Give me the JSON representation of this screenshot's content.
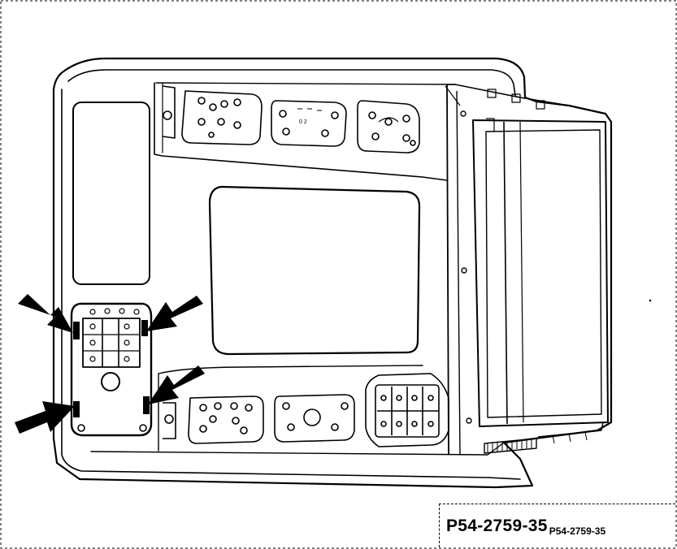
{
  "figure": {
    "reference_code": "P54-2759-35",
    "reference_code_small": "P54-2759-35"
  },
  "diagram": {
    "arrows": [
      {
        "id": "arrow-top-left"
      },
      {
        "id": "arrow-top-right"
      },
      {
        "id": "arrow-bottom-left"
      },
      {
        "id": "arrow-bottom-right"
      }
    ],
    "connectors_top": [
      "connector-1",
      "connector-2",
      "connector-3"
    ],
    "connectors_bottom": [
      "connector-4",
      "connector-5",
      "connector-6"
    ],
    "connector_label": "0 2"
  },
  "colors": {
    "ink": "#000000",
    "paper": "#ffffff"
  }
}
